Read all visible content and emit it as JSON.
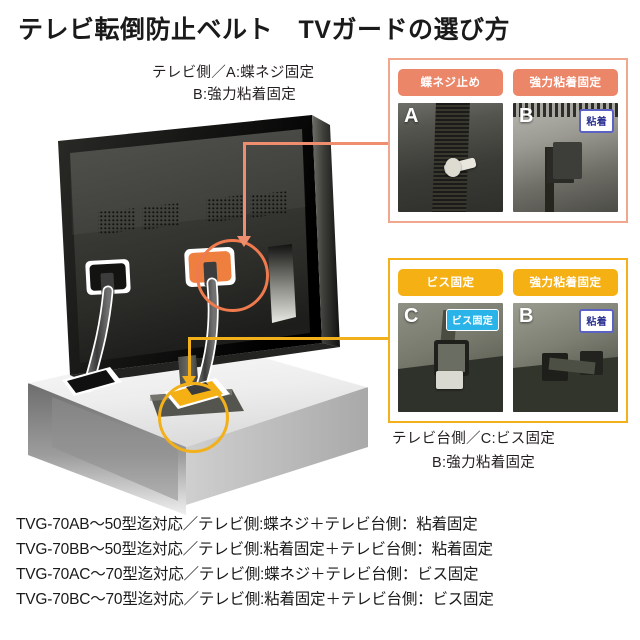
{
  "title": "テレビ転倒防止ベルト　TVガードの選び方",
  "annotations": {
    "tv_side_line1": "テレビ側／A:蝶ネジ固定",
    "tv_side_line2": "B:強力粘着固定",
    "stand_side_line1": "テレビ台側／C:ビス固定",
    "stand_side_line2": "B:強力粘着固定"
  },
  "panels": {
    "top": {
      "accent_color": "#f0a78d",
      "columns": [
        {
          "label": "蝶ネジ止め",
          "label_color": "#ec8669",
          "photo_letter": "A",
          "badge": null
        },
        {
          "label": "強力粘着固定",
          "label_color": "#ec8669",
          "photo_letter": "B",
          "badge": "粘着"
        }
      ]
    },
    "bottom": {
      "accent_color": "#f2b01a",
      "columns": [
        {
          "label": "ビス固定",
          "label_color": "#f5b014",
          "photo_letter": "C",
          "badge": "ビス固定"
        },
        {
          "label": "強力粘着固定",
          "label_color": "#f5b014",
          "photo_letter": "B",
          "badge": "粘着"
        }
      ]
    }
  },
  "illustration": {
    "tv_marker_color": "#ef7a4e",
    "stand_marker_color": "#f2b01a"
  },
  "products": [
    "TVG-70AB〜50型迄対応／テレビ側:蝶ネジ＋テレビ台側：粘着固定",
    "TVG-70BB〜50型迄対応／テレビ側:粘着固定＋テレビ台側：粘着固定",
    "TVG-70AC〜70型迄対応／テレビ側:蝶ネジ＋テレビ台側：ビス固定",
    "TVG-70BC〜70型迄対応／テレビ側:粘着固定＋テレビ台側：ビス固定"
  ]
}
